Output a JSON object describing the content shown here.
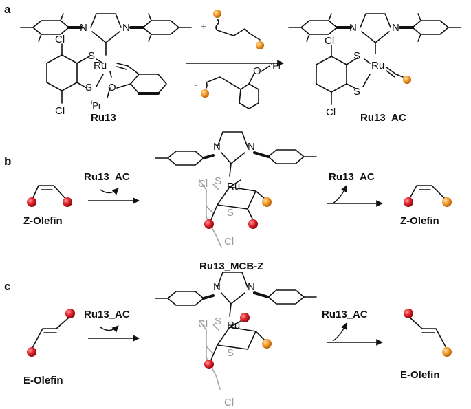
{
  "panels": {
    "a": {
      "letter": "a",
      "reactant_label": "Ru13",
      "product_label": "Ru13_AC",
      "plus": "+",
      "minus": "-",
      "ru": "Ru",
      "n": "N",
      "s": "S",
      "o": "O",
      "cl": "Cl",
      "ipr": "iPr",
      "ipr_sup": "i",
      "ipr_base": "Pr"
    },
    "b": {
      "letter": "b",
      "substrate_label": "Z-Olefin",
      "catalyst_in": "Ru13_AC",
      "catalyst_out": "Ru13_AC",
      "product_label": "Z-Olefin",
      "intermediate_label": "Ru13_MCB-Z",
      "ru": "Ru",
      "n": "N",
      "s": "S",
      "cl": "Cl"
    },
    "c": {
      "letter": "c",
      "substrate_label": "E-Olefin",
      "catalyst_in": "Ru13_AC",
      "catalyst_out": "Ru13_AC",
      "product_label": "E-Olefin",
      "ru": "Ru",
      "n": "N",
      "s": "S",
      "cl": "Cl"
    }
  },
  "colors": {
    "substituent_red": "#e0202a",
    "substituent_orange": "#f39a2b",
    "ligand_grey": "#9a9a9a"
  }
}
